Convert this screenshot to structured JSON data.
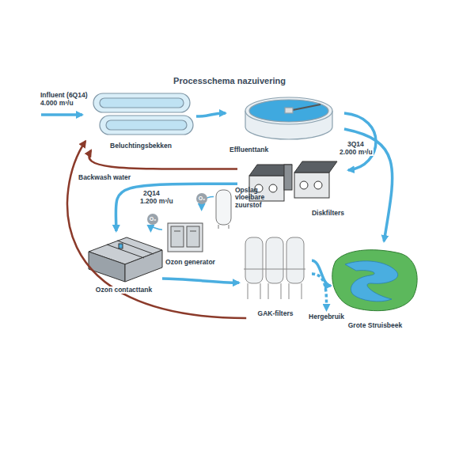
{
  "diagram": {
    "title": "Processchema nazuivering",
    "nodes": [
      {
        "text": [
          "Beluchtingsbekken"
        ]
      },
      {
        "text": [
          "Effluenttank"
        ]
      },
      {
        "text": [
          "Diskfilters"
        ]
      },
      {
        "text": [
          "Ozon contacttank"
        ]
      },
      {
        "text": [
          "Ozon generator"
        ]
      },
      {
        "text": [
          "Opslag vloeibare zuurstof"
        ]
      },
      {
        "text": [
          "GAK-filters"
        ]
      },
      {
        "text": [
          "Grote Struisbeek"
        ]
      },
      {
        "text": [
          "Hergebruik"
        ]
      }
    ],
    "edges": [
      {
        "from": 0,
        "to": 1,
        "arrow": "to"
      },
      {
        "from": 1,
        "to": 2,
        "arrow": "to"
      },
      {
        "from": 1,
        "to": 7,
        "arrow": "to"
      },
      {
        "from": 2,
        "to": 3,
        "arrow": "to"
      },
      {
        "from": 5,
        "to": 4,
        "arrow": "to"
      },
      {
        "from": 4,
        "to": 3,
        "arrow": "to"
      },
      {
        "from": 3,
        "to": 6,
        "arrow": "to"
      },
      {
        "from": 6,
        "to": 7,
        "arrow": "to"
      },
      {
        "from": 6,
        "to": 8,
        "arrow": "to"
      },
      {
        "from": 2,
        "to": 0,
        "arrow": "to"
      },
      {
        "from": 6,
        "to": 0,
        "arrow": "to"
      }
    ],
    "labels": [
      "Influent (6Q14)",
      "4.000 m³/u",
      "3Q14",
      "2.000 m³/u",
      "Backwash water",
      "2Q14",
      "1.200 m³/u",
      "O₃",
      "O₂"
    ]
  }
}
